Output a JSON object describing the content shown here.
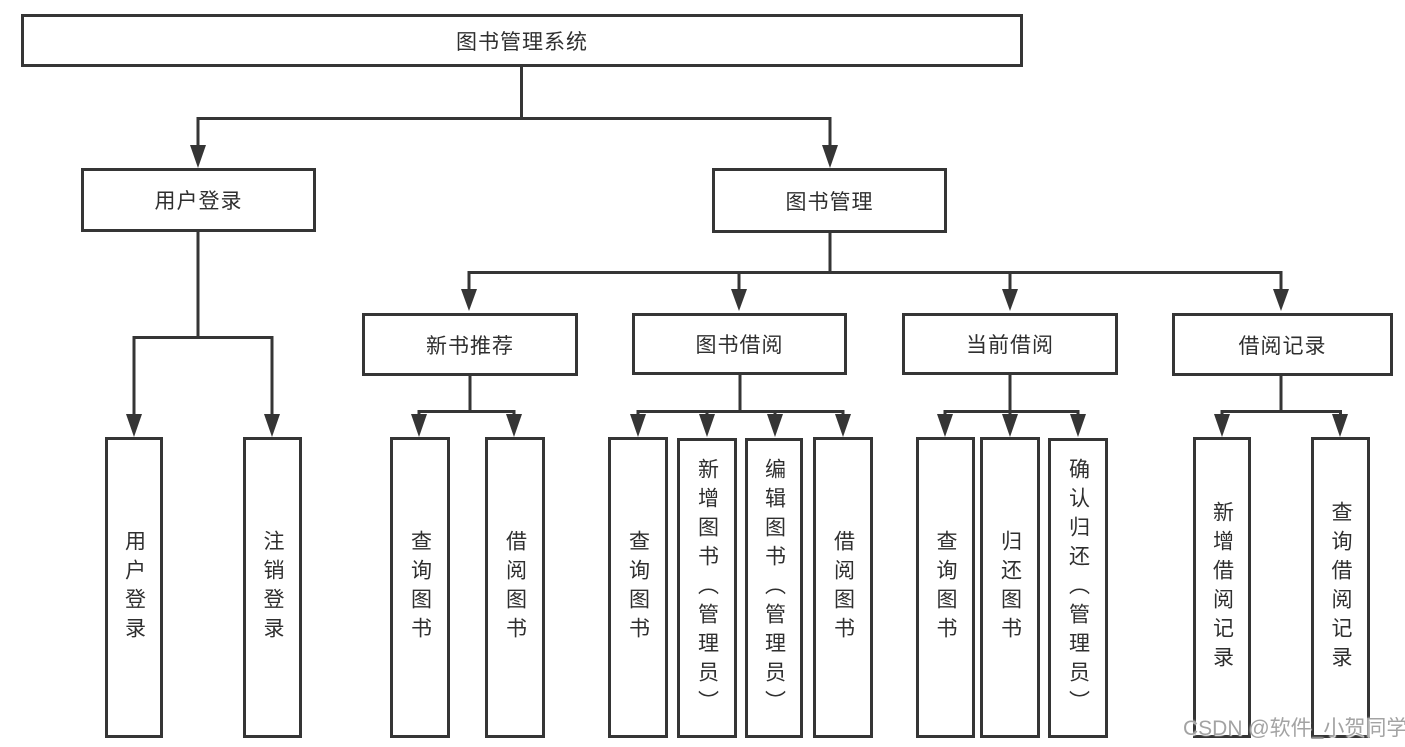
{
  "diagram": {
    "root": {
      "label": "图书管理系统"
    },
    "level2": [
      {
        "label": "用户登录"
      },
      {
        "label": "图书管理"
      }
    ],
    "level3": [
      {
        "label": "新书推荐"
      },
      {
        "label": "图书借阅"
      },
      {
        "label": "当前借阅"
      },
      {
        "label": "借阅记录"
      }
    ],
    "leaves": {
      "user_login": [
        {
          "label": "用户登录"
        },
        {
          "label": "注销登录"
        }
      ],
      "new_books": [
        {
          "label": "查询图书"
        },
        {
          "label": "借阅图书"
        }
      ],
      "book_borrow": [
        {
          "label": "查询图书"
        },
        {
          "label": "新增图书（管理员）"
        },
        {
          "label": "编辑图书（管理员）"
        },
        {
          "label": "借阅图书"
        }
      ],
      "current_borrow": [
        {
          "label": "查询图书"
        },
        {
          "label": "归还图书"
        },
        {
          "label": "确认归还（管理员）"
        }
      ],
      "borrow_records": [
        {
          "label": "新增借阅记录"
        },
        {
          "label": "查询借阅记录"
        }
      ]
    }
  },
  "watermark": {
    "text": "CSDN @软件_小贺同学"
  },
  "colors": {
    "line": "#353535",
    "box_border": "#353535",
    "text": "#2f2f2f",
    "watermark": "#a3a3a3",
    "background": "#ffffff"
  }
}
